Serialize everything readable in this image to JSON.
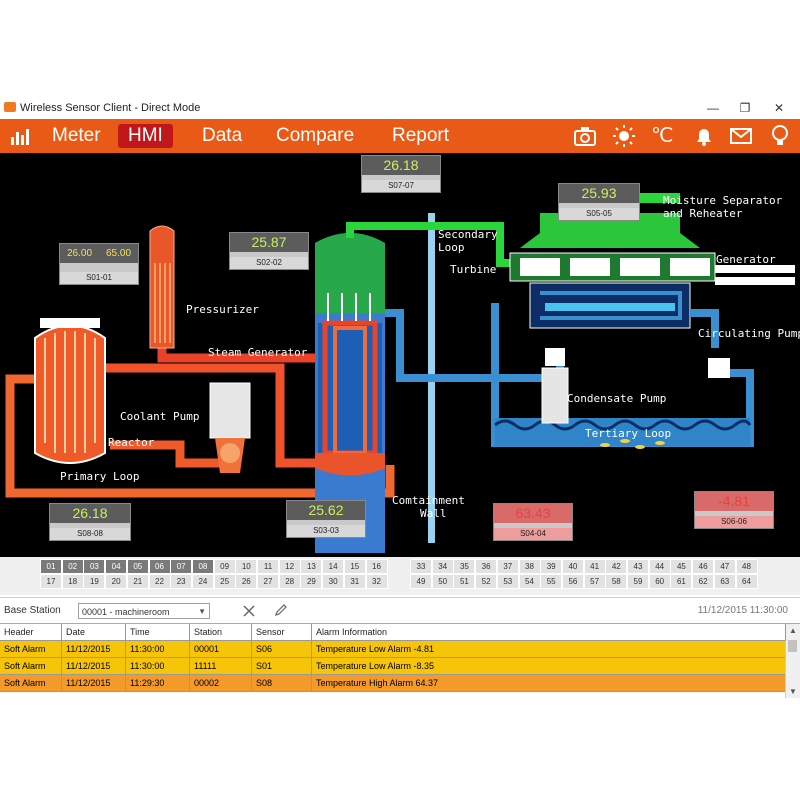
{
  "window": {
    "title": "Wireless Sensor Client - Direct Mode",
    "min": "—",
    "max": "❐",
    "close": "✕"
  },
  "menu": {
    "tabs": [
      "Meter",
      "HMI",
      "Data",
      "Compare",
      "Report"
    ],
    "active": "HMI",
    "icons": [
      "camera-icon",
      "sun-icon",
      "celsius-icon",
      "bell-icon",
      "mail-icon",
      "bulb-icon"
    ],
    "celsius_glyph": "℃"
  },
  "hmi": {
    "labels": {
      "pressurizer": "Pressurizer",
      "steam_generator": "Steam Generator",
      "coolant_pump": "Coolant Pump",
      "reactor": "Reactor",
      "primary_loop": "Primary Loop",
      "secondary_loop_1": "Secondary",
      "secondary_loop_2": "Loop",
      "turbine": "Turbine",
      "moisture_1": "Moisture Separator",
      "moisture_2": "and Reheater",
      "generator": "Generator",
      "circulating_pump": "Circulating Pump",
      "condensate_pump": "Condensate Pump",
      "tertiary_loop": "Tertiary Loop",
      "containment_1": "Comtainment",
      "containment_2": "Wall"
    },
    "sensors": {
      "s01": {
        "v1": "26.00",
        "v2": "65.00",
        "id": "S01-01"
      },
      "s02": {
        "value": "25.87",
        "id": "S02-02"
      },
      "s07": {
        "value": "26.18",
        "id": "S07-07"
      },
      "s05": {
        "value": "25.93",
        "id": "S05-05"
      },
      "s08": {
        "value": "26.18",
        "id": "S08-08"
      },
      "s03": {
        "value": "25.62",
        "id": "S03-03"
      },
      "s04": {
        "value": "63.43",
        "id": "S04-04"
      },
      "s06": {
        "value": "-4.81",
        "id": "S06-06"
      }
    }
  },
  "stations": {
    "left_row1": [
      "01",
      "02",
      "03",
      "04",
      "05",
      "06",
      "07",
      "08",
      "09",
      "10",
      "11",
      "12",
      "13",
      "14",
      "15",
      "16"
    ],
    "left_row2": [
      "17",
      "18",
      "19",
      "20",
      "21",
      "22",
      "23",
      "24",
      "25",
      "26",
      "27",
      "28",
      "29",
      "30",
      "31",
      "32"
    ],
    "right_row1": [
      "33",
      "34",
      "35",
      "36",
      "37",
      "38",
      "39",
      "40",
      "41",
      "42",
      "43",
      "44",
      "45",
      "46",
      "47",
      "48"
    ],
    "right_row2": [
      "49",
      "50",
      "51",
      "52",
      "53",
      "54",
      "55",
      "56",
      "57",
      "58",
      "59",
      "60",
      "61",
      "62",
      "63",
      "64"
    ],
    "active_count": 8
  },
  "toolbar": {
    "base_station_label": "Base Station",
    "base_station_value": "00001 - machineroom",
    "timestamp": "11/12/2015 11:30:00"
  },
  "alarms": {
    "headers": [
      "Header",
      "Date",
      "Time",
      "Station",
      "Sensor",
      "Alarm Information"
    ],
    "rows": [
      [
        "Soft Alarm",
        "11/12/2015",
        "11:30:00",
        "00001",
        "S06",
        "Temperature Low Alarm -4.81"
      ],
      [
        "Soft Alarm",
        "11/12/2015",
        "11:30:00",
        "11111",
        "S01",
        "Temperature Low Alarm -8.35"
      ],
      [
        "Soft Alarm",
        "11/12/2015",
        "11:29:30",
        "00002",
        "S08",
        "Temperature High Alarm 64.37"
      ]
    ]
  },
  "colors": {
    "menubar": "#ea5a17",
    "active_tab": "#c0181a",
    "alarm_yellow": "#f6c409",
    "alarm_orange": "#f39a2a"
  }
}
